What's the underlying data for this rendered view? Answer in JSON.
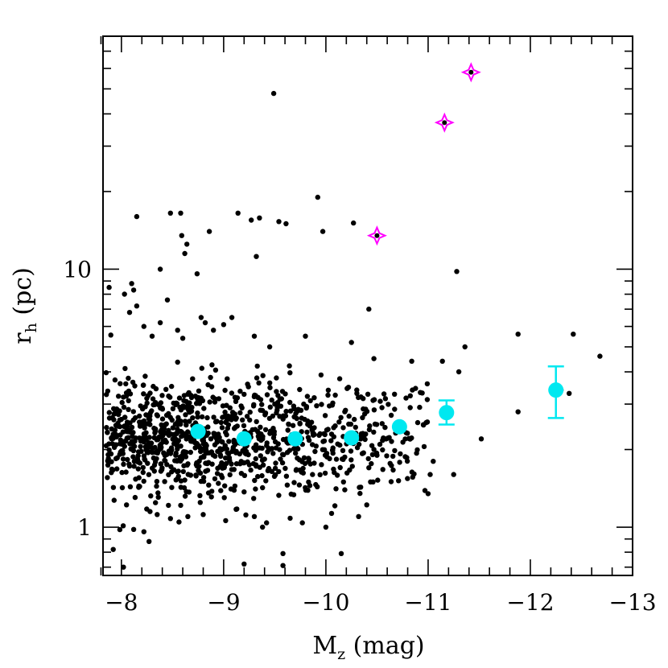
{
  "chart_data": {
    "type": "scatter",
    "title": "",
    "xlabel": "M",
    "xlabel_sub": "z",
    "xlabel_unit": " (mag)",
    "ylabel": "r",
    "ylabel_sub": "h",
    "ylabel_unit": " (pc)",
    "x_reversed": true,
    "y_scale": "log",
    "xlim": [
      -7.82,
      -13.0
    ],
    "ylim": [
      0.65,
      80
    ],
    "x_ticks": [
      -8,
      -9,
      -10,
      -11,
      -12,
      -13
    ],
    "x_tick_labels": [
      "−8",
      "−9",
      "−10",
      "−11",
      "−12",
      "−13"
    ],
    "y_tick_labels": [
      {
        "value": 1,
        "label": "1"
      },
      {
        "value": 10,
        "label": "10"
      }
    ],
    "colors": {
      "points": "#000000",
      "binned": "#00e8f0",
      "stars": "#ff00ff"
    },
    "series": [
      {
        "marker": "dot",
        "points": [
          [
            -8.15,
            16.0
          ],
          [
            -8.48,
            16.5
          ],
          [
            -8.58,
            16.5
          ],
          [
            -8.59,
            13.5
          ],
          [
            -8.62,
            11.5
          ],
          [
            -8.64,
            12.5
          ],
          [
            -8.74,
            9.6
          ],
          [
            -8.86,
            14.0
          ],
          [
            -9.14,
            16.5
          ],
          [
            -9.27,
            15.5
          ],
          [
            -9.32,
            11.2
          ],
          [
            -9.35,
            15.8
          ],
          [
            -9.49,
            48.0
          ],
          [
            -9.54,
            15.3
          ],
          [
            -9.61,
            15.0
          ],
          [
            -9.92,
            19.0
          ],
          [
            -9.97,
            14.0
          ],
          [
            -10.27,
            15.1
          ],
          [
            -10.42,
            7.0
          ],
          [
            -11.28,
            9.8
          ],
          [
            -8.38,
            10.0
          ],
          [
            -7.88,
            8.5
          ],
          [
            -8.03,
            8.0
          ],
          [
            -8.1,
            8.8
          ],
          [
            -8.12,
            8.3
          ],
          [
            -8.15,
            7.2
          ],
          [
            -8.08,
            6.8
          ],
          [
            -8.22,
            6.0
          ],
          [
            -8.3,
            5.5
          ],
          [
            -8.45,
            7.6
          ],
          [
            -8.38,
            6.2
          ],
          [
            -8.55,
            5.8
          ],
          [
            -8.6,
            5.4
          ],
          [
            -8.78,
            6.5
          ],
          [
            -8.82,
            6.2
          ],
          [
            -8.9,
            5.8
          ],
          [
            -9.0,
            6.1
          ],
          [
            -9.08,
            6.5
          ],
          [
            -9.3,
            5.5
          ],
          [
            -9.45,
            5.0
          ],
          [
            -9.8,
            5.5
          ],
          [
            -10.25,
            5.2
          ],
          [
            -11.36,
            5.0
          ],
          [
            -11.88,
            5.6
          ],
          [
            -12.42,
            5.6
          ],
          [
            -12.68,
            4.6
          ],
          [
            -12.3,
            3.4
          ],
          [
            -12.38,
            3.3
          ],
          [
            -11.88,
            2.8
          ],
          [
            -11.52,
            2.2
          ],
          [
            -10.47,
            4.5
          ],
          [
            -10.84,
            4.4
          ],
          [
            -11.14,
            4.4
          ],
          [
            -11.3,
            4.0
          ],
          [
            -11.05,
            1.8
          ],
          [
            -11.25,
            1.6
          ],
          [
            -11.02,
            1.6
          ],
          [
            -10.42,
            1.7
          ],
          [
            -10.5,
            1.9
          ],
          [
            -8.02,
            0.7
          ],
          [
            -7.92,
            0.82
          ],
          [
            -8.12,
            0.98
          ],
          [
            -8.22,
            0.96
          ],
          [
            -8.27,
            0.88
          ],
          [
            -9.2,
            0.72
          ],
          [
            -9.58,
            0.71
          ],
          [
            -9.58,
            0.79
          ],
          [
            -10.15,
            0.79
          ],
          [
            -9.38,
            1.0
          ],
          [
            -9.42,
            1.04
          ],
          [
            -9.77,
            1.04
          ],
          [
            -10.32,
            1.1
          ],
          [
            -9.02,
            1.06
          ],
          [
            -8.8,
            1.12
          ],
          [
            -8.65,
            1.1
          ],
          [
            -8.48,
            1.08
          ],
          [
            -8.35,
            1.12
          ],
          [
            -8.28,
            1.15
          ],
          [
            -8.05,
            1.22
          ],
          [
            -9.3,
            1.1
          ],
          [
            -10.0,
            1.0
          ],
          [
            -10.4,
            1.22
          ]
        ]
      },
      {
        "marker": "binned",
        "points": [
          {
            "x": -8.75,
            "y": 2.35
          },
          {
            "x": -9.2,
            "y": 2.2
          },
          {
            "x": -9.7,
            "y": 2.2
          },
          {
            "x": -10.25,
            "y": 2.22
          },
          {
            "x": -10.72,
            "y": 2.45
          },
          {
            "x": -11.18,
            "y": 2.78,
            "err": [
              2.5,
              3.1
            ]
          },
          {
            "x": -12.25,
            "y": 3.4,
            "err": [
              2.65,
              4.2
            ]
          }
        ]
      },
      {
        "marker": "star",
        "points": [
          [
            -10.5,
            13.5
          ],
          [
            -11.16,
            37.0
          ],
          [
            -11.42,
            58.0
          ]
        ]
      }
    ]
  }
}
